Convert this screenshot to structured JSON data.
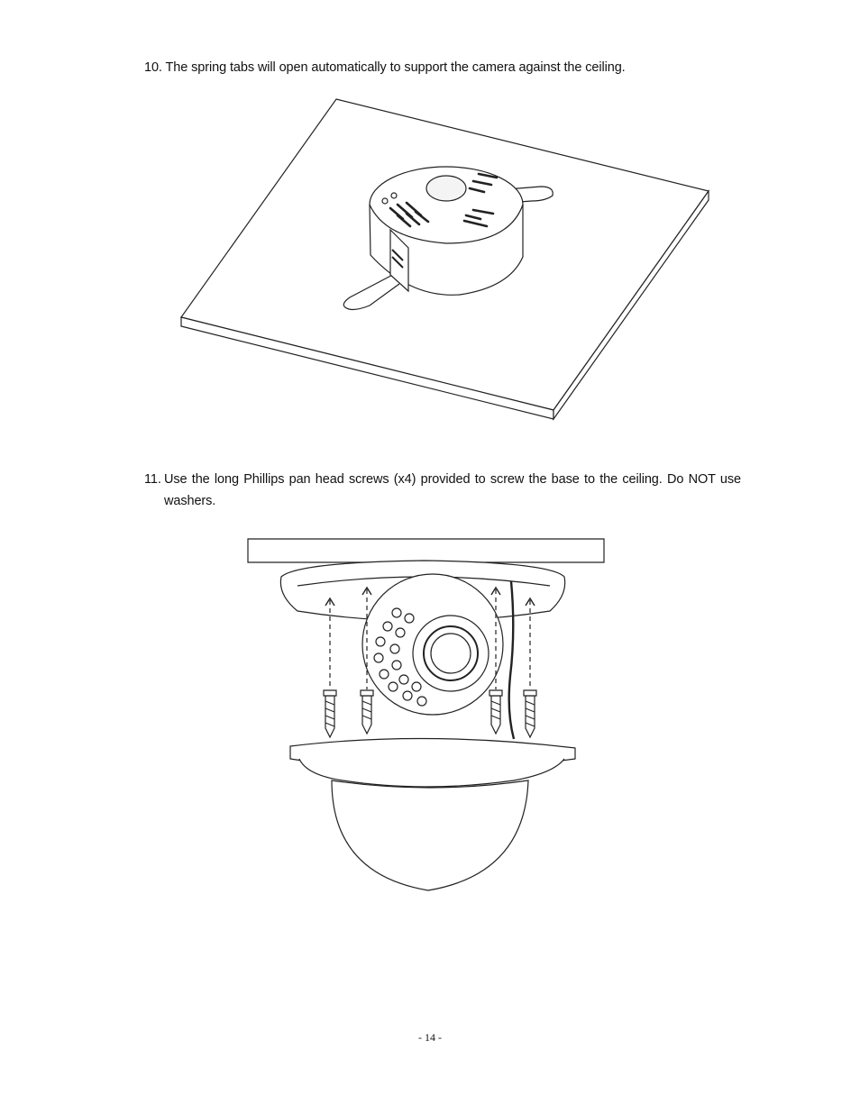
{
  "steps": [
    {
      "number": "10.",
      "text": "The spring tabs will open automatically to support the camera against the ceiling."
    },
    {
      "number": "11.",
      "text": "Use the long Phillips pan head screws (x4) provided to screw the base to the ceiling. Do NOT use washers."
    }
  ],
  "footer": {
    "page_number": "- 14 -"
  },
  "figures": [
    {
      "name": "camera-base-on-ceiling-illustration"
    },
    {
      "name": "dome-camera-screw-mount-illustration"
    }
  ]
}
